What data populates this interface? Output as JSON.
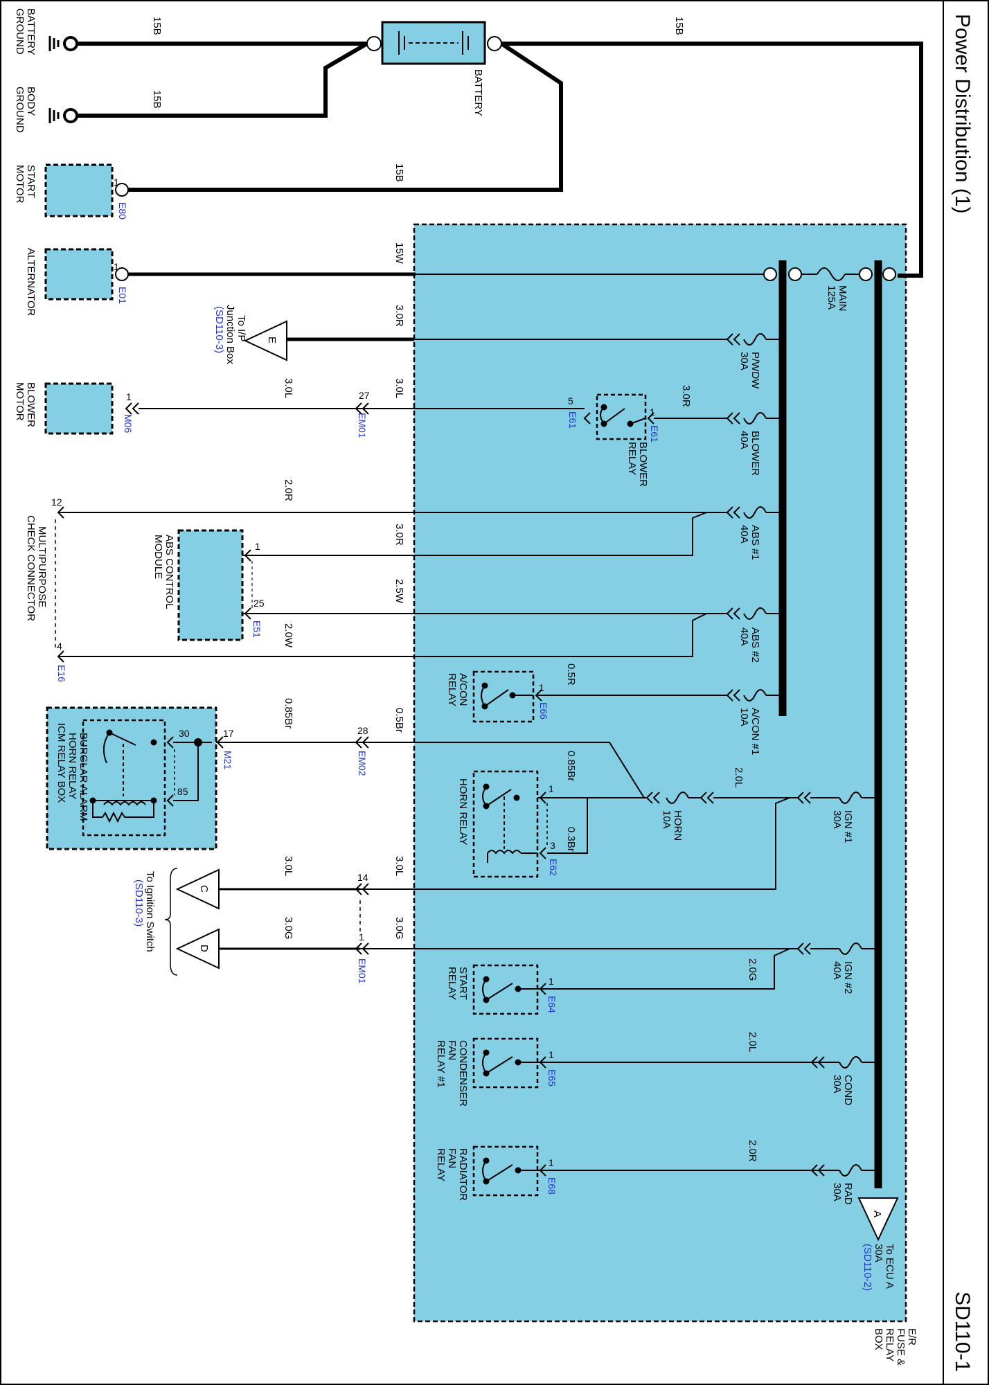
{
  "page": {
    "title": "Power Distribution (1)",
    "code": "SD110-1"
  },
  "box": {
    "name": [
      "E/R",
      "FUSE &",
      "RELAY",
      "BOX"
    ]
  },
  "top_components": {
    "battery_ground": [
      "BATTERY",
      "GROUND"
    ],
    "body_ground": [
      "BODY",
      "GROUND"
    ],
    "battery": "BATTERY",
    "start_motor": [
      "START",
      "MOTOR"
    ],
    "alternator": "ALTERNATOR",
    "wire_15b": "15B",
    "wire_15w": "15W"
  },
  "fuses": {
    "main": [
      "MAIN",
      "125A"
    ],
    "p_wdw": [
      "P/WDW",
      "30A"
    ],
    "blower": [
      "BLOWER",
      "40A"
    ],
    "abs1": [
      "ABS #1",
      "40A"
    ],
    "abs2": [
      "ABS #2",
      "40A"
    ],
    "acon1": [
      "A/CON #1",
      "10A"
    ],
    "ign1": [
      "IGN #1",
      "30A"
    ],
    "horn": [
      "HORN",
      "10A"
    ],
    "ign2": [
      "IGN #2",
      "40A"
    ],
    "cond": [
      "COND",
      "30A"
    ],
    "rad": [
      "RAD",
      "30A"
    ]
  },
  "relays": {
    "blower_relay": [
      "BLOWER",
      "RELAY"
    ],
    "acon_relay": [
      "A/CON",
      "RELAY"
    ],
    "horn_relay": "HORN RELAY",
    "start_relay": [
      "START",
      "RELAY"
    ],
    "condenser_fan_relay": [
      "CONDENSER",
      "FAN",
      "RELAY #1"
    ],
    "radiator_fan_relay": [
      "RADIATOR",
      "FAN",
      "RELAY"
    ]
  },
  "modules": {
    "blower_motor": [
      "BLOWER",
      "MOTOR"
    ],
    "abs_control_module": [
      "ABS CONTROL",
      "MODULE"
    ],
    "multipurpose_check_connector": [
      "MULTIPURPOSE",
      "CHECK CONNECTOR"
    ],
    "icm_relay_box": [
      "BURGLAR ALARM",
      "HORN RELAY",
      "ICM RELAY BOX"
    ]
  },
  "off_page": {
    "E_label": "E",
    "E_text": [
      "To I/P",
      "Junction Box",
      "(SD110-3)"
    ],
    "C_label": "C",
    "D_label": "D",
    "CD_text": [
      "To Ignition Switch",
      "(SD110-3)"
    ],
    "A_label": "A",
    "A_text": [
      "To ECU A",
      "30A",
      "(SD110-2)"
    ]
  },
  "connectors": {
    "E80": "E80",
    "E01": "E01",
    "M06": "M06",
    "EM01": "EM01",
    "E61": "E61",
    "E51": "E51",
    "E16": "E16",
    "E66": "E66",
    "M21": "M21",
    "EM02": "EM02",
    "E62": "E62",
    "E64": "E64",
    "E65": "E65",
    "E68": "E68"
  },
  "pins": {
    "p1": "1",
    "p3": "3",
    "p4": "4",
    "p5": "5",
    "p12": "12",
    "p14": "14",
    "p17": "17",
    "p25": "25",
    "p27": "27",
    "p28": "28",
    "p30": "30",
    "p85": "85"
  },
  "wires": {
    "w30R": "3.0R",
    "w30L": "3.0L",
    "w20R": "2.0R",
    "w25W": "2.5W",
    "w20W": "2.0W",
    "w05R": "0.5R",
    "w085Br": "0.85Br",
    "w05Br": "0.5Br",
    "w20L": "2.0L",
    "w03Br": "0.3Br",
    "w30G": "3.0G",
    "w20G": "2.0G"
  },
  "colors": {
    "box_fill": "#84cfe3",
    "line": "#000000",
    "connector_text": "#2233cc"
  }
}
